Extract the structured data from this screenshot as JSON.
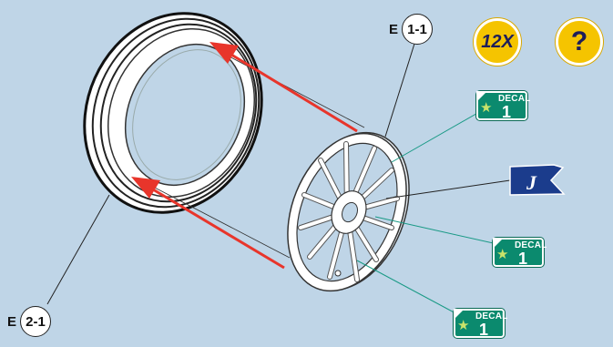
{
  "labels": {
    "rim": {
      "prefix": "E",
      "code": "1-1"
    },
    "tire": {
      "prefix": "E",
      "code": "2-1"
    }
  },
  "badges": {
    "quantity": "12X",
    "help": "?"
  },
  "decal": {
    "title": "DECAL",
    "number": "1"
  },
  "flag_letter": "J",
  "colors": {
    "background": "#bfd5e7",
    "arrow": "#e8352b",
    "decal_green": "#0b8a6e",
    "badge_yellow": "#f5c400",
    "flag_blue": "#1b3c8c"
  }
}
